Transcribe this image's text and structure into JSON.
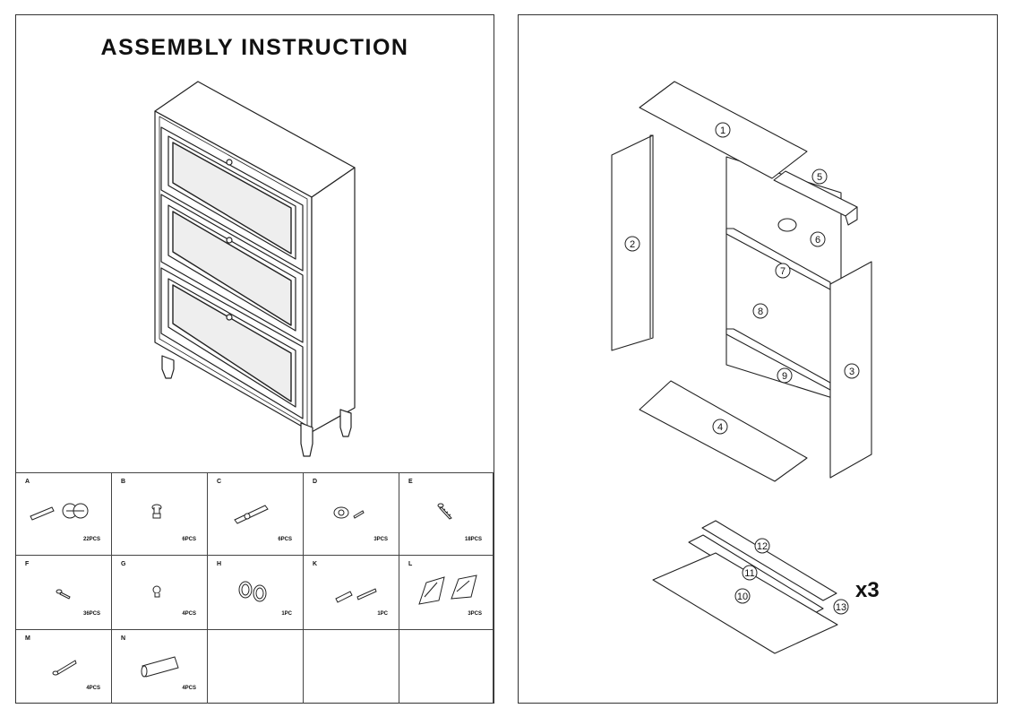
{
  "left_page": {
    "title": "ASSEMBLY INSTRUCTION",
    "hardware": [
      {
        "letter": "A",
        "qty": "22PCS",
        "icon": "cam-lock-icon"
      },
      {
        "letter": "B",
        "qty": "6PCS",
        "icon": "knob-icon"
      },
      {
        "letter": "C",
        "qty": "6PCS",
        "icon": "dowel-icon"
      },
      {
        "letter": "D",
        "qty": "3PCS",
        "icon": "knob-screw-icon"
      },
      {
        "letter": "E",
        "qty": "18PCS",
        "icon": "screw-icon"
      },
      {
        "letter": "F",
        "qty": "36PCS",
        "icon": "small-screw-icon"
      },
      {
        "letter": "G",
        "qty": "4PCS",
        "icon": "small-knob-icon"
      },
      {
        "letter": "H",
        "qty": "1PC",
        "icon": "grommet-icon"
      },
      {
        "letter": "K",
        "qty": "1PC",
        "icon": "anchor-screw-icon"
      },
      {
        "letter": "L",
        "qty": "3PCS",
        "icon": "flip-hinge-icon"
      },
      {
        "letter": "M",
        "qty": "4PCS",
        "icon": "long-screw-icon"
      },
      {
        "letter": "N",
        "qty": "4PCS",
        "icon": "leg-icon"
      },
      {
        "letter": "",
        "qty": "",
        "icon": ""
      },
      {
        "letter": "",
        "qty": "",
        "icon": ""
      },
      {
        "letter": "",
        "qty": "",
        "icon": ""
      }
    ]
  },
  "right_page": {
    "part_numbers": [
      "1",
      "2",
      "3",
      "4",
      "5",
      "6",
      "7",
      "8",
      "9",
      "10",
      "11",
      "12",
      "13"
    ],
    "multiplier": "x3"
  }
}
